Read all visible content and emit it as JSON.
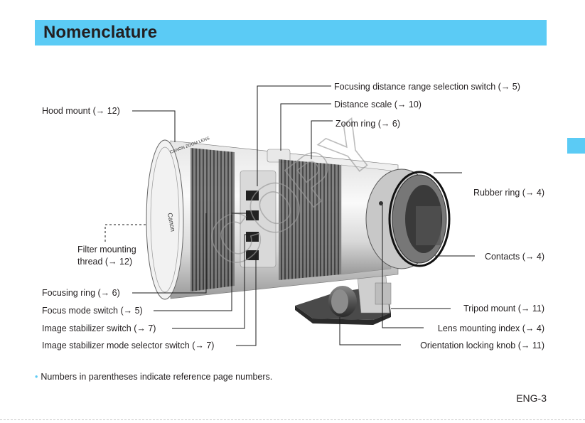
{
  "header": {
    "title": "Nomenclature"
  },
  "labels": {
    "focusing_distance_switch": "Focusing distance range selection switch (→ 5)",
    "distance_scale": "Distance scale (→ 10)",
    "zoom_ring": "Zoom ring (→ 6)",
    "hood_mount": "Hood mount (→ 12)",
    "rubber_ring": "Rubber ring (→ 4)",
    "filter_thread_1": "Filter mounting",
    "filter_thread_2": "thread (→ 12)",
    "contacts": "Contacts (→ 4)",
    "focusing_ring": "Focusing ring (→ 6)",
    "focus_mode_switch": "Focus mode switch (→ 5)",
    "is_switch": "Image stabilizer switch (→ 7)",
    "is_mode_switch": "Image stabilizer mode selector switch (→ 7)",
    "tripod_mount": "Tripod mount (→ 11)",
    "lens_index": "Lens mounting index (→ 4)",
    "orientation_knob": "Orientation locking knob (→ 11)"
  },
  "note": {
    "bullet": "•",
    "text": "Numbers in parentheses indicate reference page numbers."
  },
  "page_number": "ENG-3",
  "lens_markings": {
    "brand": "Canon",
    "zoom_lens": "CANON ZOOM LENS",
    "watermark": "COPY"
  },
  "colors": {
    "accent": "#5bcbf5",
    "text": "#231f20",
    "leader": "#1a1a1a"
  }
}
